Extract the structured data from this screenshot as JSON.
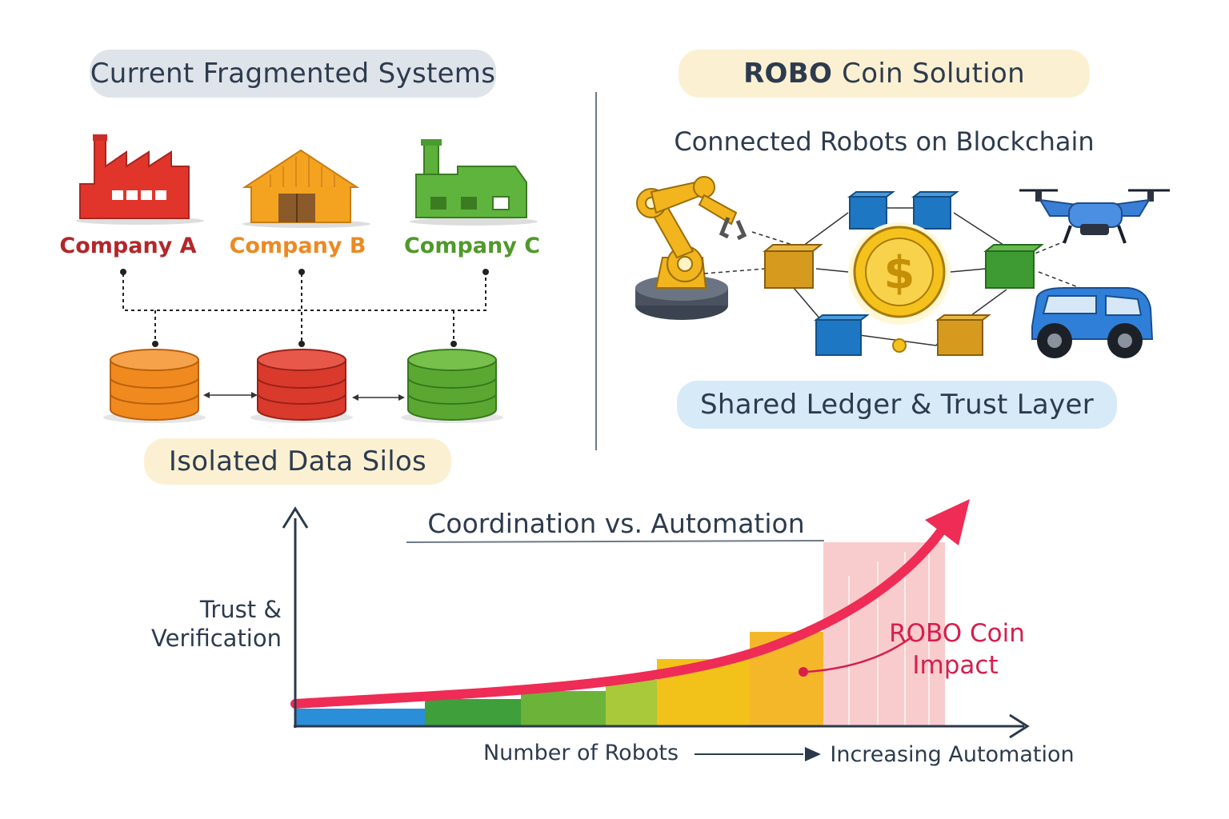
{
  "left": {
    "title": "Current Fragmented Systems",
    "companies": [
      {
        "label": "Company A",
        "color": "#b3262a"
      },
      {
        "label": "Company B",
        "color": "#e8891c"
      },
      {
        "label": "Company C",
        "color": "#4f9a2a"
      }
    ],
    "silos_label": "Isolated Data Silos",
    "silo_colors": [
      "#f08a1e",
      "#d93a2b",
      "#5aa832"
    ]
  },
  "right": {
    "title_bold": "ROBO",
    "title_rest": "Coin Solution",
    "subtitle": "Connected Robots on Blockchain",
    "ledger_label": "Shared Ledger & Trust Layer",
    "coin_symbol": "$"
  },
  "chart": {
    "title": "Coordination vs. Automation",
    "ylabel_line1": "Trust &",
    "ylabel_line2": "Verification",
    "xlabel": "Number of Robots",
    "xlabel_right": "Increasing Automation",
    "annotation_line1": "ROBO Coin",
    "annotation_line2": "Impact",
    "curve_color": "#ee2c55",
    "band_colors": [
      "#2a8fd8",
      "#3f9f3a",
      "#6cb33a",
      "#a9c93a",
      "#f2c21a",
      "#f5b72a",
      "#f6c7c7"
    ]
  },
  "chart_data": {
    "type": "area",
    "title": "Coordination vs. Automation",
    "xlabel": "Number of Robots",
    "ylabel": "Trust & Verification",
    "annotations": [
      "ROBO Coin Impact"
    ],
    "grid": false
  }
}
